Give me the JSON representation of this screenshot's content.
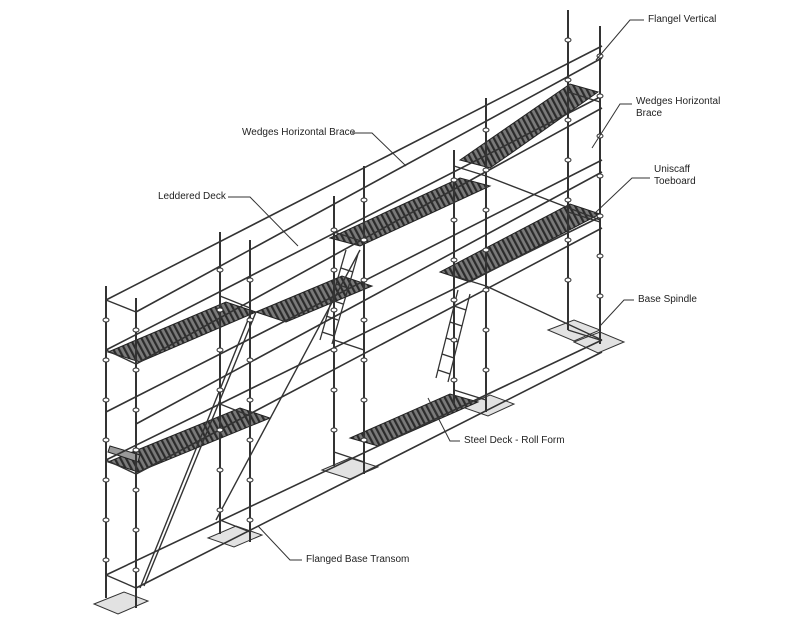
{
  "diagram": {
    "labels": {
      "flangel_vertical": "Flangel Vertical",
      "wedges_horizontal_brace_top": "Wedges Horizontal Brace",
      "wedges_horizontal_brace_right_line1": "Wedges Horizontal",
      "wedges_horizontal_brace_right_line2": "Brace",
      "leddered_deck": "Leddered Deck",
      "uniscaff_toeboard_line1": "Uniscaff",
      "uniscaff_toeboard_line2": "Toeboard",
      "base_spindle": "Base Spindle",
      "steel_deck_roll_form": "Steel Deck - Roll Form",
      "flanged_base_transom": "Flanged Base Transom"
    },
    "colors": {
      "line": "#333333",
      "deck_fill": "#6e6e6e",
      "deck_stripe": "#2b2b2b",
      "base_plate": "#d9d9d9"
    }
  }
}
